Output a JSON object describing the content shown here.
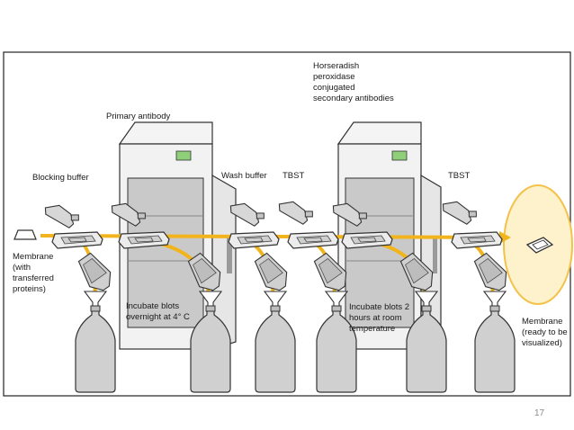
{
  "labels": {
    "membrane_in": [
      "Membrane",
      "(with",
      "transferred",
      "proteins)"
    ],
    "blocking_buffer": "Blocking buffer",
    "primary_antibody": "Primary antibody",
    "incubate_overnight": [
      "Incubate blots",
      "overnight at 4° C"
    ],
    "wash_buffer": "Wash buffer",
    "tbst_1": "TBST",
    "hrp_secondary": [
      "Horseradish",
      "peroxidase",
      "conjugated",
      "secondary antibodies"
    ],
    "incubate_2h": [
      "Incubate blots 2",
      "hours at room",
      "temperature"
    ],
    "tbst_2": "TBST",
    "membrane_out": [
      "Membrane",
      "(ready to be",
      "visualized)"
    ]
  },
  "page_number": "17",
  "colors": {
    "flow_arrow": "#f2b41c",
    "membrane_halo": "#fdf2cc",
    "membrane_halo_stroke": "#f2c24a",
    "incubator_body": "#f2f2f2",
    "incubator_interior": "#c9c9c9",
    "incubator_display": "#8fcf7a",
    "bottle": "#d0d0d0",
    "outline": "#333333"
  },
  "icons": [
    "membrane-icon",
    "tray-icon",
    "bottle-icon",
    "incubator-icon"
  ]
}
